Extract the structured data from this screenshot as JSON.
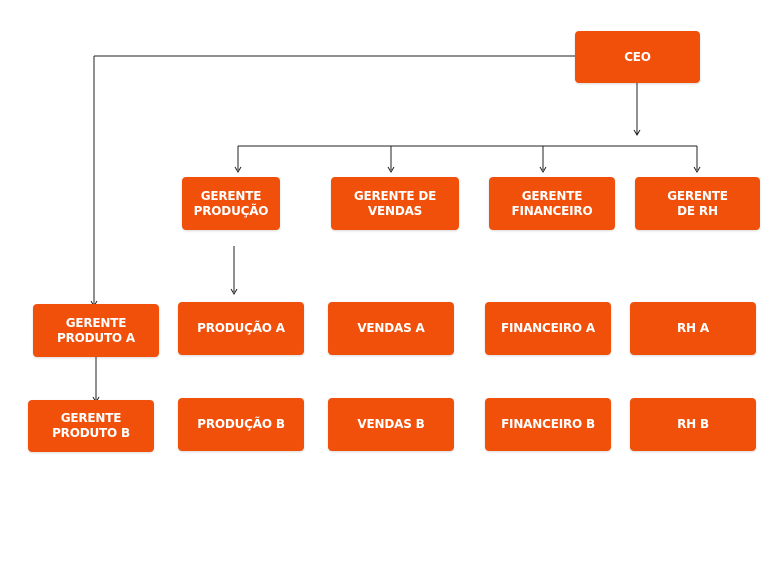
{
  "colors": {
    "box_fill": "#f0500a",
    "box_text": "#ffffff",
    "connector": "#222222"
  },
  "nodes": {
    "ceo": "CEO",
    "gerente_producao": "GERENTE\nPRODUÇÃO",
    "gerente_vendas": "GERENTE DE\nVENDAS",
    "gerente_financeiro": "GERENTE\nFINANCEIRO",
    "gerente_rh": "GERENTE\nDE RH",
    "gerente_produto_a": "GERENTE\nPRODUTO A",
    "gerente_produto_b": "GERENTE\nPRODUTO B",
    "producao_a": "PRODUÇÃO A",
    "producao_b": "PRODUÇÃO B",
    "vendas_a": "VENDAS A",
    "vendas_b": "VENDAS B",
    "financeiro_a": "FINANCEIRO A",
    "financeiro_b": "FINANCEIRO B",
    "rh_a": "RH A",
    "rh_b": "RH B"
  }
}
